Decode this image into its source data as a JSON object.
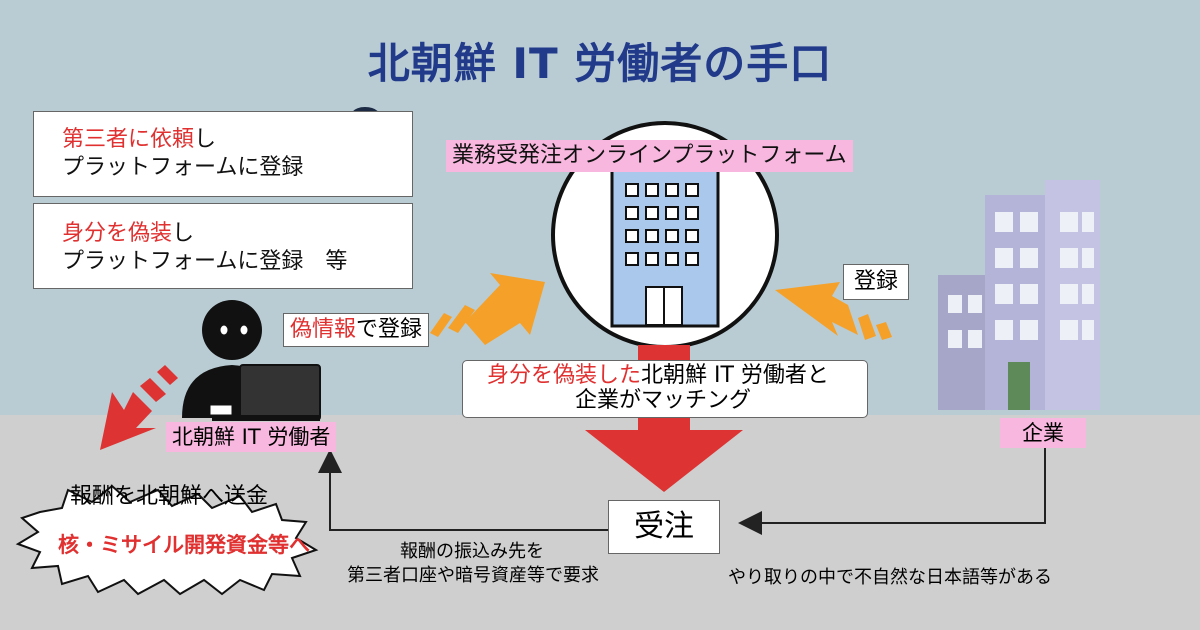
{
  "title": "北朝鮮 IT 労働者の手口",
  "methods": [
    {
      "highlight": "第三者に依頼",
      "rest": "し",
      "line2": "プラットフォームに登録"
    },
    {
      "highlight": "身分を偽装",
      "rest": "し",
      "line2": "プラットフォームに登録　等"
    }
  ],
  "platform_label": "業務受発注オンラインプラットフォーム",
  "fake_info": {
    "highlight": "偽情報",
    "rest": "で登録"
  },
  "company_register_label": "登録",
  "matching": {
    "highlight": "身分を偽装した",
    "rest1": "北朝鮮 IT 労働者と",
    "line2": "企業がマッチング"
  },
  "worker_label": "北朝鮮 IT 労働者",
  "company_label": "企業",
  "remit_label": "報酬を北朝鮮へ送金",
  "burst_label": "核・ミサイル開発資金等へ",
  "order_label": "受注",
  "payment_request": [
    "報酬の振込み先を",
    "第三者口座や暗号資産等で要求"
  ],
  "unnatural_note": "やり取りの中で不自然な日本語等がある",
  "colors": {
    "title": "#223a8a",
    "highlight_red": "#e03030",
    "arrow_orange": "#f5a028",
    "arrow_red": "#dd3333",
    "label_pink": "#f7b7de",
    "sky": "#b9ccd4",
    "ground": "#cfcfcf"
  },
  "icons": [
    "businessman-icon",
    "building-icon",
    "hacker-icon",
    "laptop-icon",
    "company-building-icon"
  ]
}
